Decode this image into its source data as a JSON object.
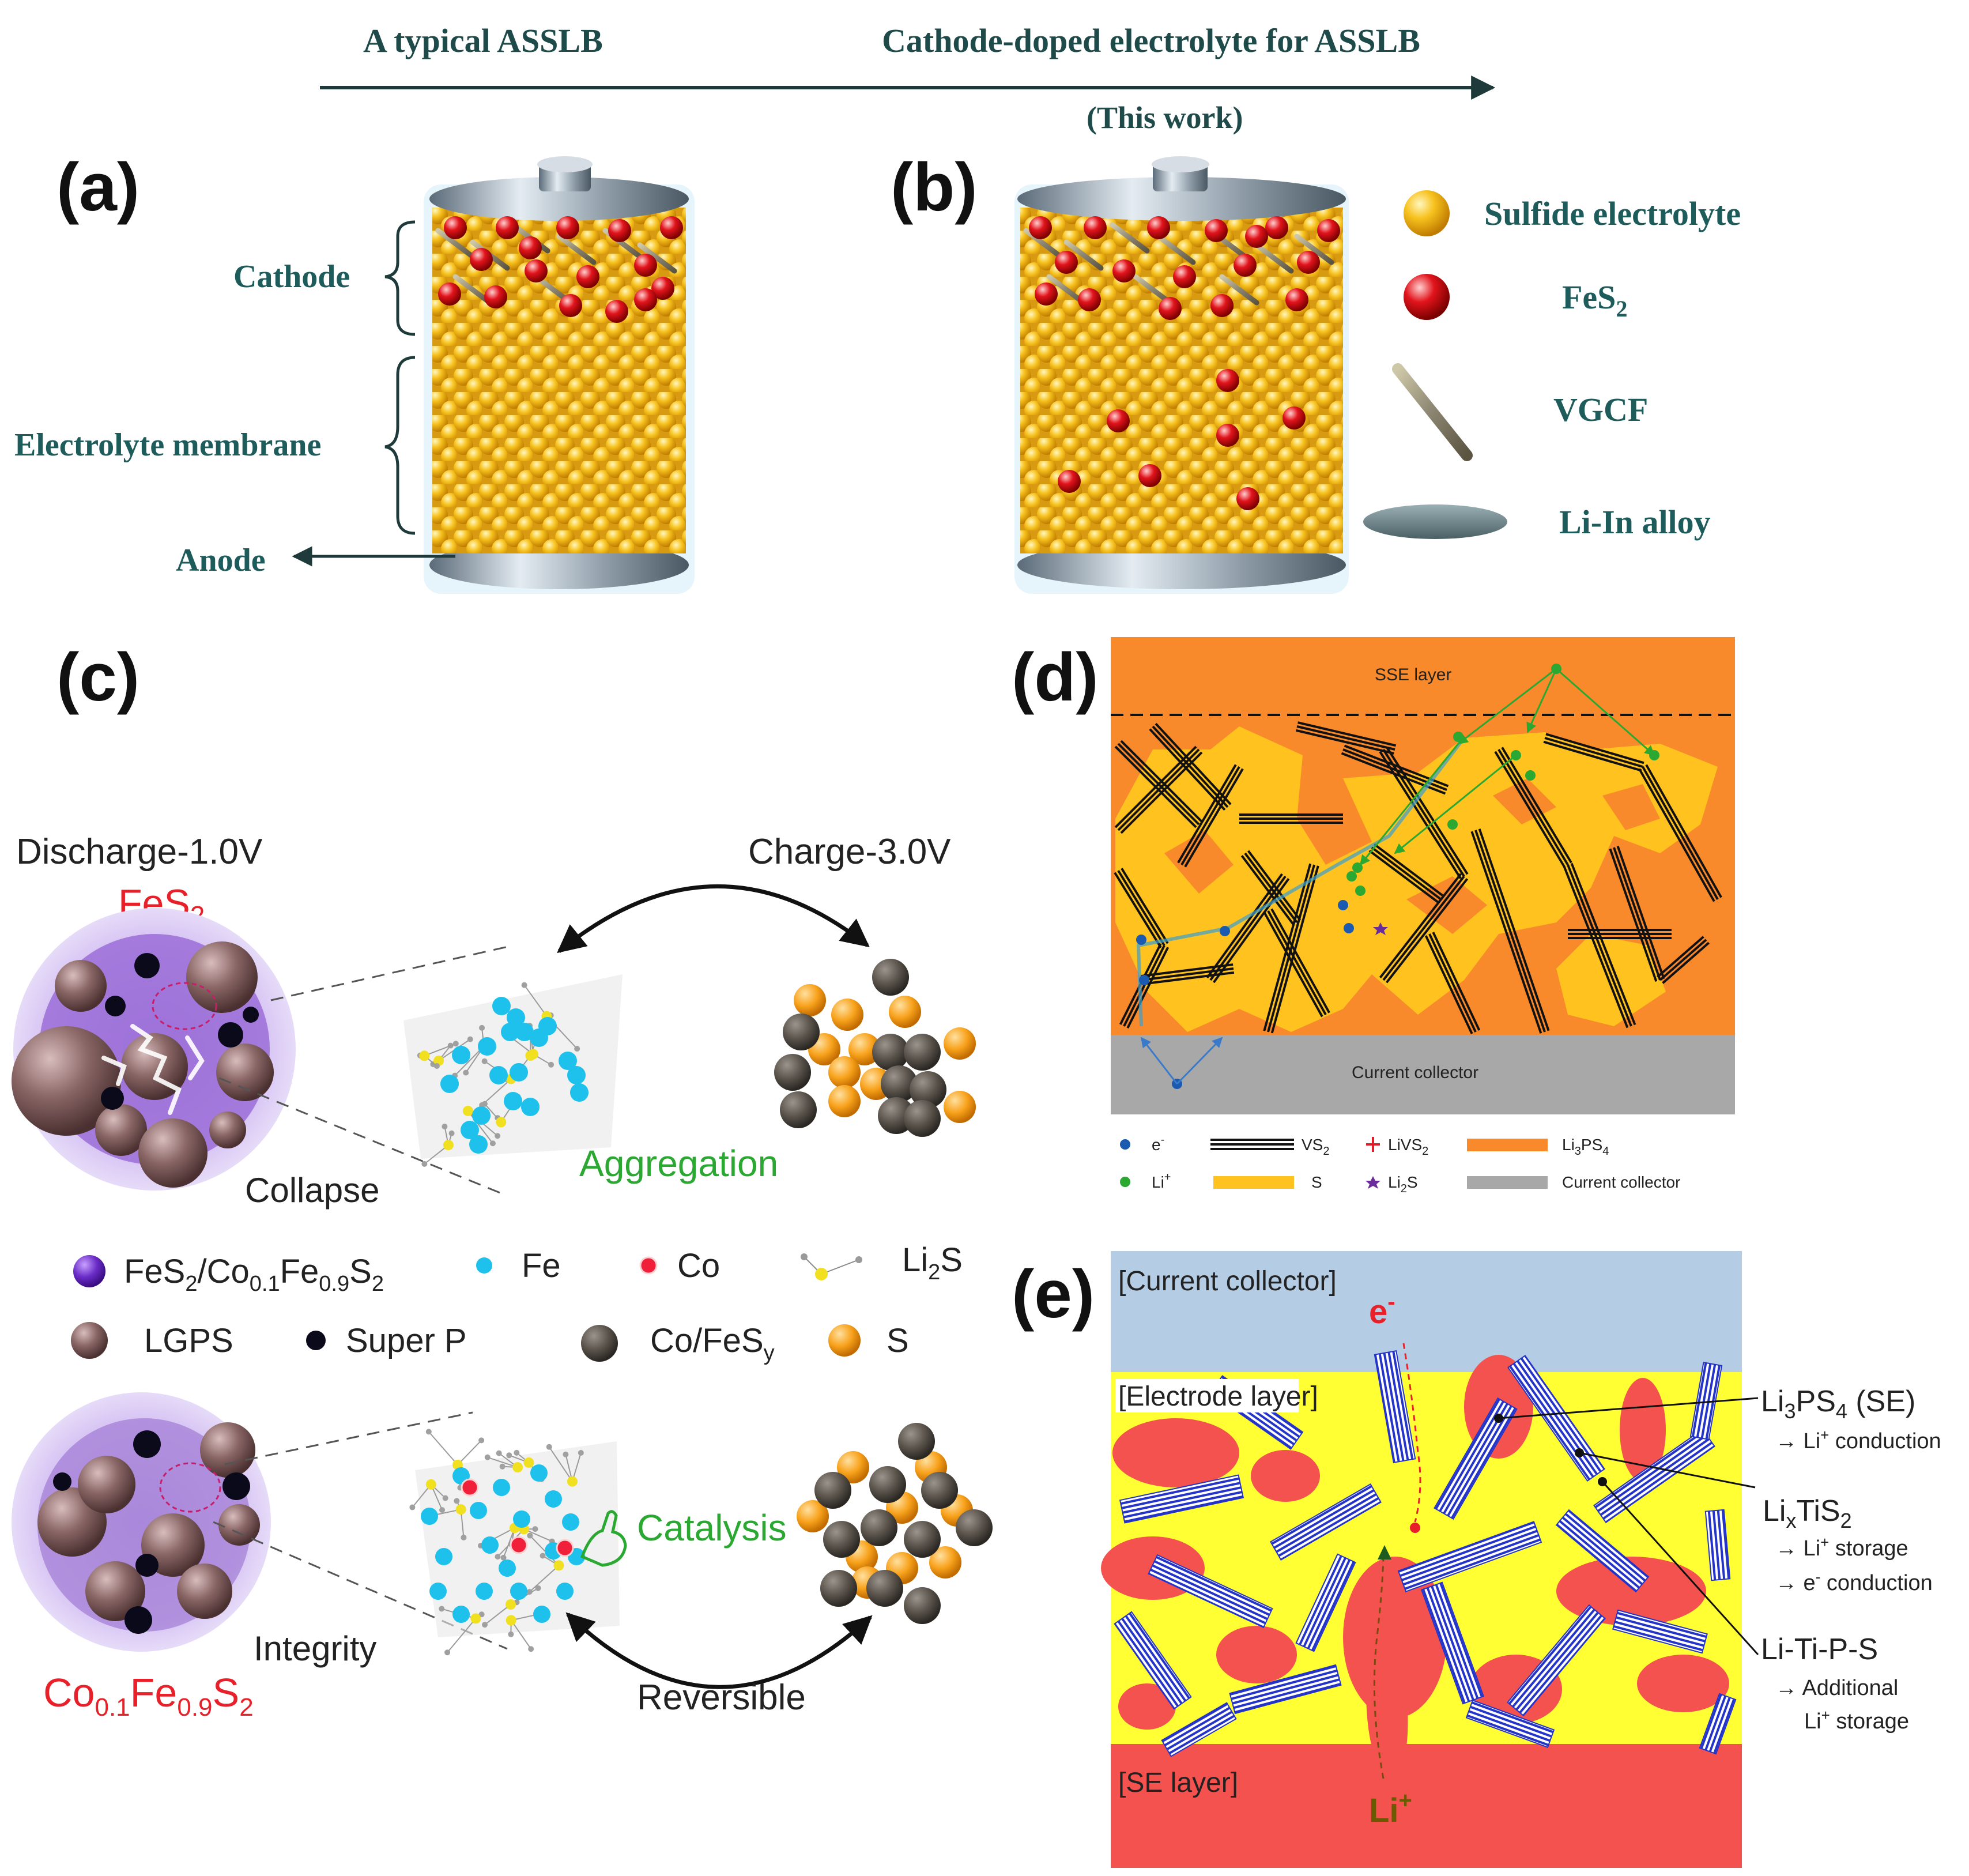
{
  "colors": {
    "sulfide": "#f2b51c",
    "fes2": "#e2141c",
    "teal": "#1e5b5b",
    "sse_orange": "#f88a2c",
    "sulfur_yellow": "#ffc21f",
    "collector_gray": "#a8a8a8",
    "lips_red": "#f4524f",
    "electrode_yellow": "#ffff33",
    "tis2_blue": "#2433c8",
    "top_blue": "#b4cde4",
    "green_label": "#2aa832",
    "red_label": "#e8202a",
    "cyan_fe": "#1ec0ec"
  },
  "top_arrow": {
    "left_label": "A typical ASSLB",
    "right_label": "Cathode-doped electrolyte for ASSLB",
    "sub_label": "(This work)"
  },
  "panel_a": {
    "letter": "(a)",
    "cathode_label": "Cathode",
    "membrane_label": "Electrolyte membrane",
    "anode_label": "Anode"
  },
  "panel_b": {
    "letter": "(b)",
    "legend": [
      {
        "icon": "yellow-sphere-icon",
        "label": "Sulfide electrolyte"
      },
      {
        "icon": "red-sphere-icon",
        "label_main": "FeS",
        "label_sub": "2"
      },
      {
        "icon": "gray-rod-icon",
        "label": "VGCF"
      },
      {
        "icon": "gray-disc-icon",
        "label": "Li-In alloy"
      }
    ]
  },
  "panel_c": {
    "letter": "(c)",
    "discharge_label": "Discharge-1.0V",
    "charge_label": "Charge-3.0V",
    "fes2_title": {
      "main": "FeS",
      "sub": "2"
    },
    "collapse_label": "Collapse",
    "aggregation_label": "Aggregation",
    "catalysis_label": "Catalysis",
    "integrity_label": "Integrity",
    "reversible_label": "Reversible",
    "cofes_title": {
      "p1": "Co",
      "s1": "0.1",
      "p2": "Fe",
      "s2": "0.9",
      "p3": "S",
      "s3": "2"
    },
    "legend": {
      "fes2_co": {
        "p1": "FeS",
        "s1": "2",
        "p2": "/Co",
        "s2": "0.1",
        "p3": "Fe",
        "s3": "0.9",
        "p4": "S",
        "s4": "2"
      },
      "fe": "Fe",
      "co": "Co",
      "li2s": {
        "p1": "Li",
        "s1": "2",
        "p2": "S"
      },
      "lgps": "LGPS",
      "superp": "Super P",
      "cofesy": {
        "p1": "Co/FeS",
        "s1": "y"
      },
      "s": "S"
    }
  },
  "panel_d": {
    "letter": "(d)",
    "sse_label": "SSE layer",
    "collector_label": "Current collector",
    "legend": {
      "e": {
        "main": "e",
        "sup": "-"
      },
      "vs2": {
        "main": "VS",
        "sub": "2"
      },
      "livs2": {
        "main": "LiVS",
        "sub": "2"
      },
      "li3ps4": {
        "p1": "Li",
        "s1": "3",
        "p2": "PS",
        "s2": "4"
      },
      "li": {
        "main": "Li",
        "sup": "+"
      },
      "s": "S",
      "li2s": {
        "p1": "Li",
        "s1": "2",
        "p2": "S"
      },
      "cc": "Current collector"
    }
  },
  "panel_e": {
    "letter": "(e)",
    "cc_label": "[Current collector]",
    "electrode_label": "[Electrode layer]",
    "se_label": "[SE layer]",
    "e_label": {
      "main": "e",
      "sup": "-"
    },
    "li_label": {
      "main": "Li",
      "sup": "+"
    },
    "annotations": {
      "li3ps4": {
        "p1": "Li",
        "s1": "3",
        "p2": "PS",
        "s2": "4",
        "p3": " (SE)"
      },
      "li3ps4_note": {
        "pre": "→ Li",
        "sup": "+",
        "post": " conduction"
      },
      "lixtis2": {
        "p1": "Li",
        "s1": "x",
        "p2": "TiS",
        "s2": "2"
      },
      "lixtis2_note1": {
        "pre": "→ Li",
        "sup": "+",
        "post": " storage"
      },
      "lixtis2_note2": {
        "pre": "→ e",
        "sup": "-",
        "post": " conduction"
      },
      "litips": "Li-Ti-P-S",
      "litips_note1": "→ Additional",
      "litips_note2": {
        "pre": "Li",
        "sup": "+",
        "post": " storage"
      }
    }
  }
}
